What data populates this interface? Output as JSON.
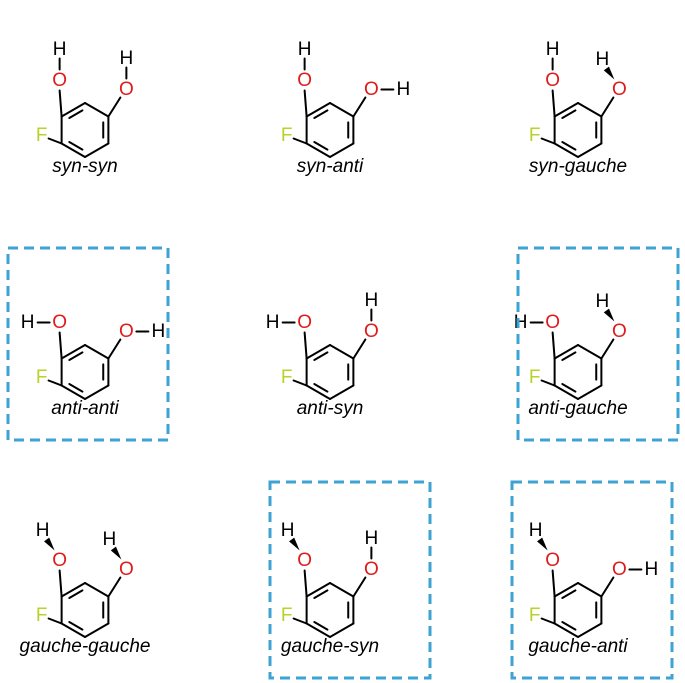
{
  "atom_labels": {
    "oxygen": "O",
    "hydrogen": "H",
    "fluorine": "F"
  },
  "colors": {
    "oxygen": "#e01b1b",
    "fluorine": "#b9d22a",
    "hydrogen": "#000000",
    "bond": "#000000",
    "highlight_box": "#3fa2d4"
  },
  "conformers": [
    {
      "label": "syn-syn",
      "o1_h": "syn",
      "o2_h": "syn",
      "highlighted": false
    },
    {
      "label": "syn-anti",
      "o1_h": "syn",
      "o2_h": "anti",
      "highlighted": false
    },
    {
      "label": "syn-gauche",
      "o1_h": "syn",
      "o2_h": "gauche",
      "highlighted": false
    },
    {
      "label": "anti-anti",
      "o1_h": "anti",
      "o2_h": "anti",
      "highlighted": true
    },
    {
      "label": "anti-syn",
      "o1_h": "anti",
      "o2_h": "syn",
      "highlighted": false
    },
    {
      "label": "anti-gauche",
      "o1_h": "anti",
      "o2_h": "gauche",
      "highlighted": true
    },
    {
      "label": "gauche-gauche",
      "o1_h": "gauche",
      "o2_h": "gauche",
      "highlighted": false
    },
    {
      "label": "gauche-syn",
      "o1_h": "gauche",
      "o2_h": "syn",
      "highlighted": true
    },
    {
      "label": "gauche-anti",
      "o1_h": "gauche",
      "o2_h": "anti",
      "highlighted": true
    }
  ]
}
